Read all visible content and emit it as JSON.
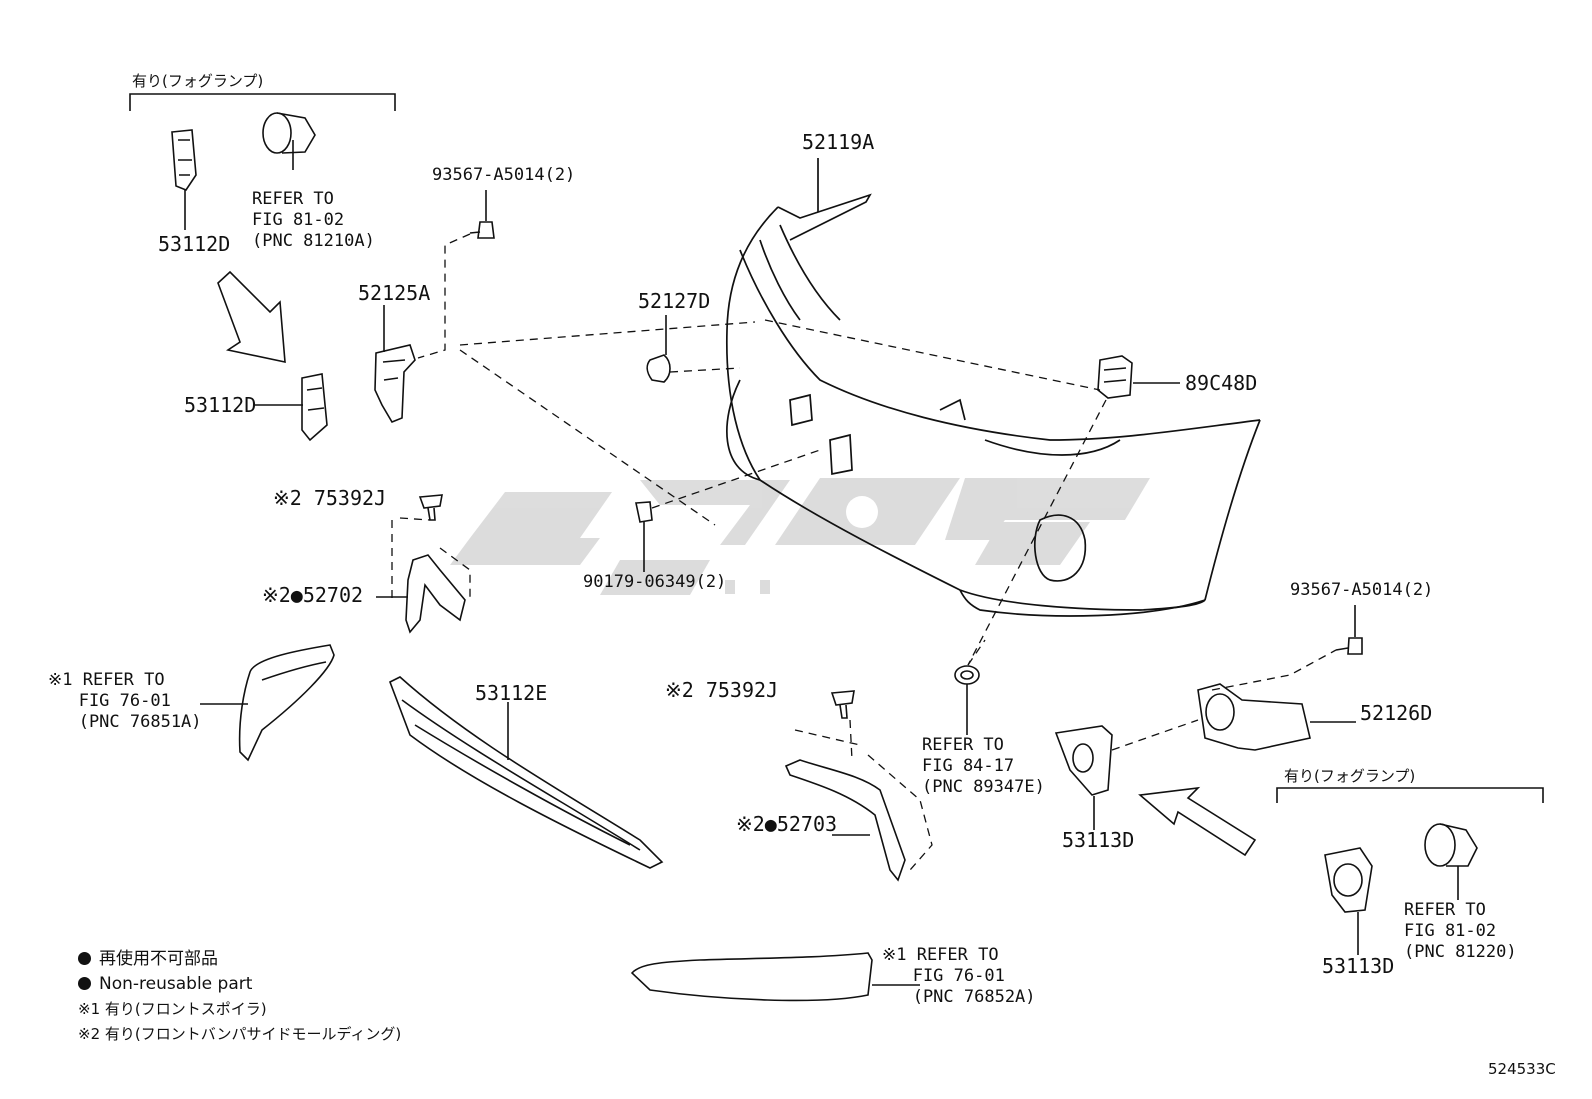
{
  "fog_note": "有り(フォグランプ)",
  "drawing_number": "524533C",
  "labels": {
    "p52119A": "52119A",
    "p93567_top": "93567-A5014(2)",
    "p52125A": "52125A",
    "p52127D": "52127D",
    "p89C48D": "89C48D",
    "p53112D_top": "53112D",
    "p53112D_mid": "53112D",
    "p75392J_left": "※2 75392J",
    "p52702": "※2●52702",
    "p90179": "90179-06349(2)",
    "p53112E": "53112E",
    "p75392J_right": "※2 75392J",
    "p52703": "※2●52703",
    "p93567_right": "93567-A5014(2)",
    "p52126D": "52126D",
    "p53113D_mid": "53113D",
    "p53113D_bot": "53113D"
  },
  "refers": {
    "fog_left": "REFER TO\nFIG 81-02\n(PNC 81210A)",
    "spoiler_left": "※1 REFER TO\n   FIG 76-01\n   (PNC 76851A)",
    "grille_cover": "REFER TO\nFIG 84-17\n(PNC 89347E)",
    "fog_right": "REFER TO\nFIG 81-02\n(PNC 81220)",
    "spoiler_bottom": "※1 REFER TO\n   FIG 76-01\n   (PNC 76852A)"
  },
  "legend": {
    "jp_nonreusable": "再使用不可部品",
    "en_nonreusable": "Non-reusable part",
    "note1": "※1 有り(フロントスポイラ)",
    "note2": "※2 有り(フロントバンパサイドモールディング)"
  },
  "colors": {
    "ink": "#111111",
    "watermark": "#d9d9d9"
  }
}
